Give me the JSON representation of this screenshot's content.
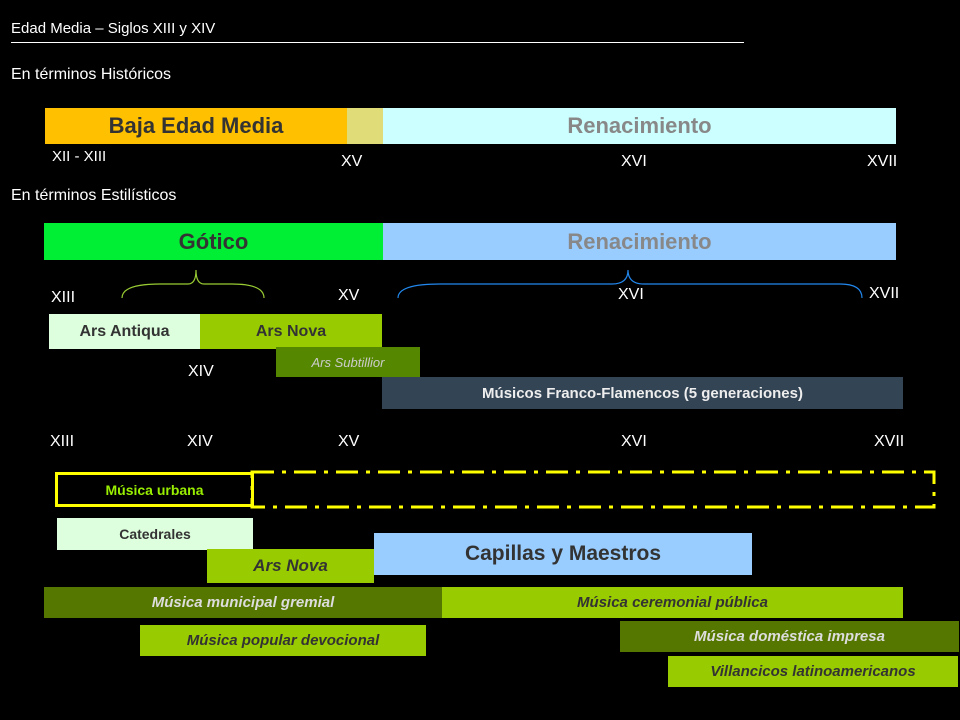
{
  "header": {
    "title": "Edad Media – Siglos XIII y XIV"
  },
  "historic": {
    "heading": "En términos Históricos",
    "bars": {
      "baja": "Baja Edad Media",
      "renacimiento": "Renacimiento"
    },
    "centuries": [
      "XII - XIII",
      "XV",
      "XVI",
      "XVII"
    ]
  },
  "stylistic": {
    "heading": "En términos Estilísticos",
    "bars": {
      "gotico": "Gótico",
      "renacimiento": "Renacimiento"
    },
    "centuries": [
      "XIII",
      "XV",
      "XVI",
      "XVII",
      "XIV"
    ],
    "ars_antiqua": "Ars Antiqua",
    "ars_nova": "Ars Nova",
    "ars_subtillior": "Ars Subtillior",
    "franco_flamencos": "Músicos Franco-Flamencos (5 generaciones)"
  },
  "timeline": {
    "centuries": [
      "XIII",
      "XIV",
      "XV",
      "XVI",
      "XVII"
    ],
    "musica_urbana": "Música urbana",
    "catedrales": "Catedrales",
    "ars_nova": "Ars Nova",
    "capillas": "Capillas y Maestros",
    "municipal": "Música municipal gremial",
    "ceremonial": "Música ceremonial pública",
    "popular": "Música popular devocional",
    "domestica": "Música doméstica impresa",
    "villancicos": "Villancicos latinoamericanos"
  },
  "colors": {
    "baja": "#FFC000",
    "transition": "#E0DC78",
    "renacimiento_hist": "#CCFFFF",
    "gotico": "#00EE33",
    "renacimiento_est": "#99CCFF",
    "ars_antiqua": "#DDFFDD",
    "ars_nova": "#99CC00",
    "ars_subtillior": "#558800",
    "franco": "#334455",
    "urbana_border": "#FFFF00",
    "municipal": "#557700",
    "ceremonial": "#99CC00"
  }
}
